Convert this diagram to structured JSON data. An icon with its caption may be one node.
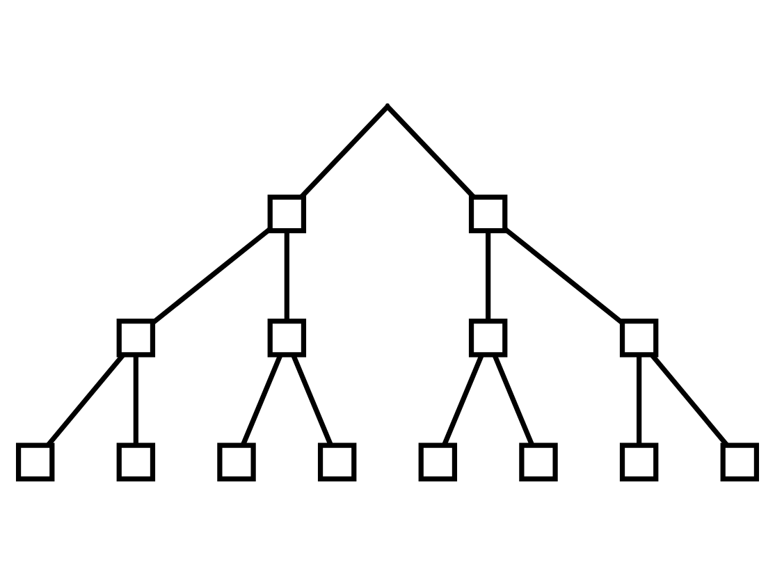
{
  "diagram": {
    "nodes": [
      {
        "text": [],
        "shape": "point"
      },
      {
        "text": [],
        "shape": "box"
      },
      {
        "text": [],
        "shape": "box"
      },
      {
        "text": [],
        "shape": "box"
      },
      {
        "text": [],
        "shape": "box"
      },
      {
        "text": [],
        "shape": "box"
      },
      {
        "text": [],
        "shape": "box"
      },
      {
        "text": [],
        "shape": "box"
      },
      {
        "text": [],
        "shape": "box"
      },
      {
        "text": [],
        "shape": "box"
      },
      {
        "text": [],
        "shape": "box"
      },
      {
        "text": [],
        "shape": "box"
      },
      {
        "text": [],
        "shape": "box"
      },
      {
        "text": [],
        "shape": "box"
      },
      {
        "text": [],
        "shape": "box"
      }
    ],
    "edges": [
      {
        "from": 0,
        "to": 1,
        "arrow": "none"
      },
      {
        "from": 0,
        "to": 2,
        "arrow": "none"
      },
      {
        "from": 1,
        "to": 3,
        "arrow": "none"
      },
      {
        "from": 1,
        "to": 4,
        "arrow": "none"
      },
      {
        "from": 2,
        "to": 5,
        "arrow": "none"
      },
      {
        "from": 2,
        "to": 6,
        "arrow": "none"
      },
      {
        "from": 3,
        "to": 7,
        "arrow": "none"
      },
      {
        "from": 3,
        "to": 8,
        "arrow": "none"
      },
      {
        "from": 4,
        "to": 9,
        "arrow": "none"
      },
      {
        "from": 4,
        "to": 10,
        "arrow": "none"
      },
      {
        "from": 5,
        "to": 11,
        "arrow": "none"
      },
      {
        "from": 5,
        "to": 12,
        "arrow": "none"
      },
      {
        "from": 6,
        "to": 13,
        "arrow": "none"
      },
      {
        "from": 6,
        "to": 14,
        "arrow": "none"
      }
    ]
  }
}
